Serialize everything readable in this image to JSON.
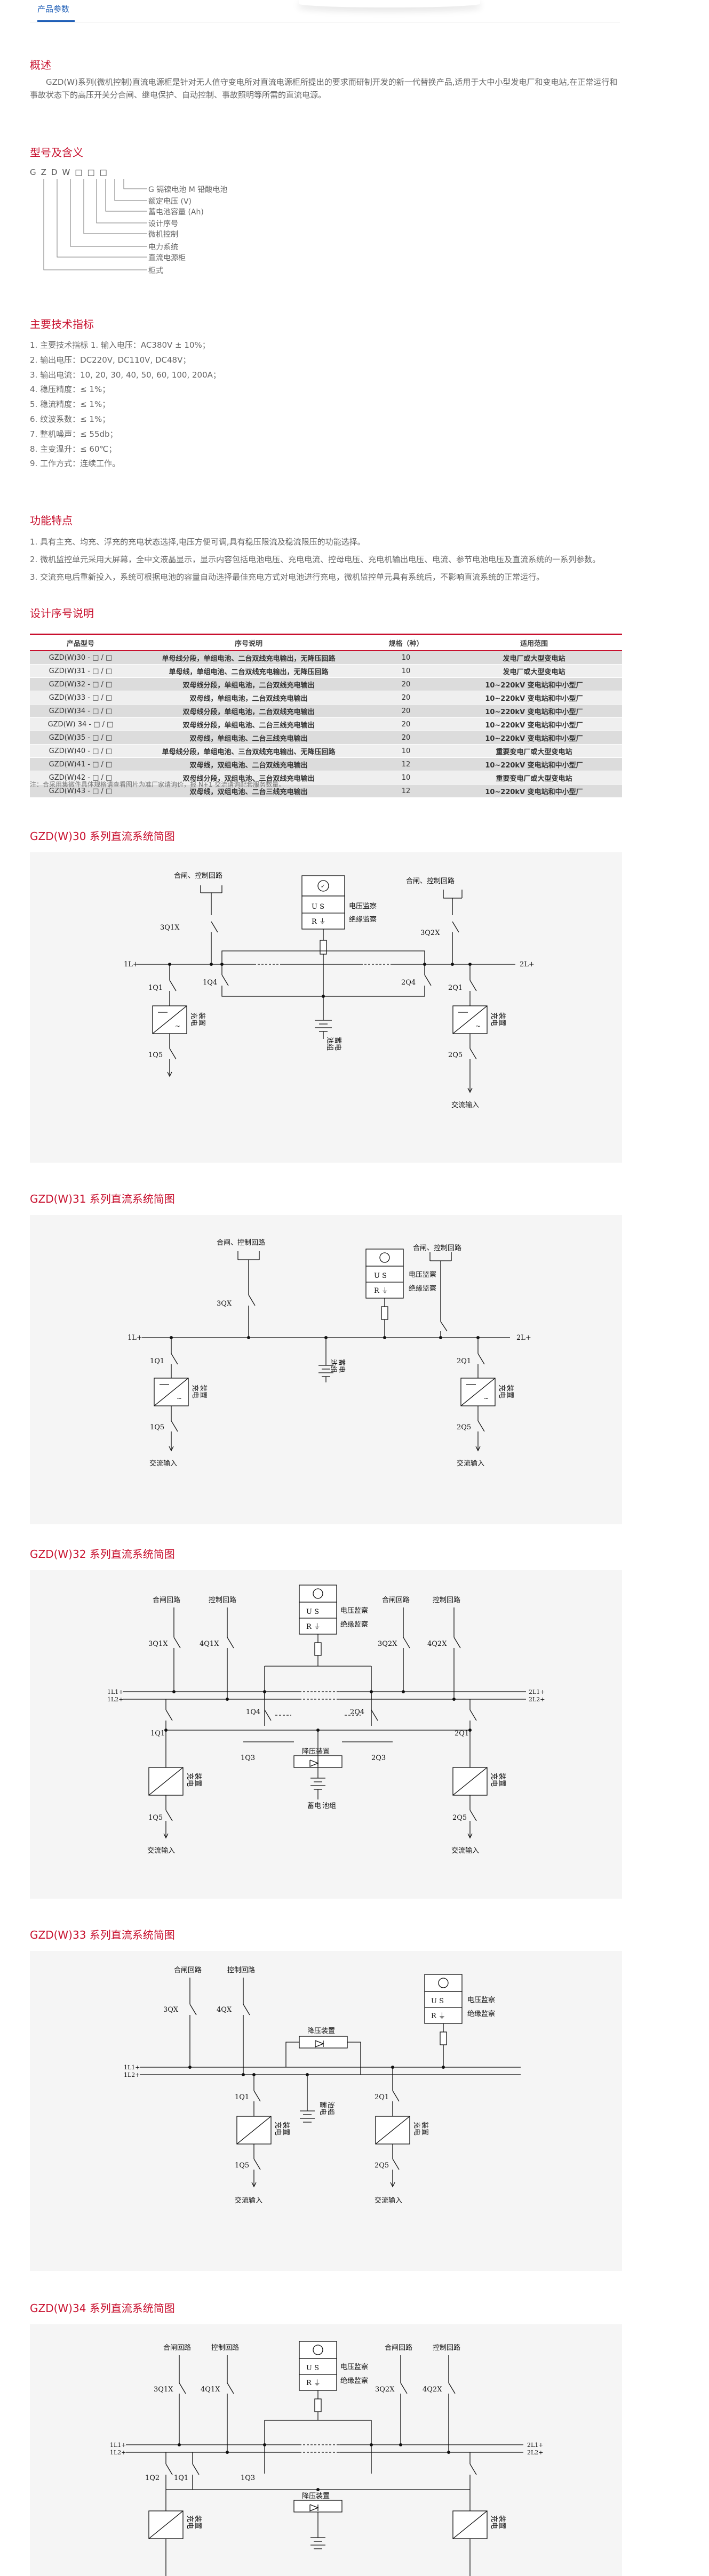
{
  "tab": {
    "label": "产品参数"
  },
  "overview": {
    "title": "概述",
    "text": "GZD(W)系列(微机控制)直流电源柜是针对无人值守变电所对直流电源柜所提出的要求而研制开发的新一代替换产品,适用于大中小型发电厂和变电站,在正常运行和事故状态下的高压开关分合闸、继电保护、自动控制、事故照明等所需的直流电源。"
  },
  "model": {
    "title": "型号及含义",
    "code": "GZDW□□□",
    "labels": [
      "G 镉镍电池 M 铅酸电池",
      "额定电压 (V)",
      "蓄电池容量 (Ah)",
      "设计序号",
      "微机控制",
      "电力系统",
      "直流电源柜",
      "柜式"
    ]
  },
  "tech": {
    "title": "主要技术指标",
    "items": [
      "1. 主要技术指标 1. 输入电压：AC380V ± 10%；",
      "2. 输出电压：DC220V, DC110V, DC48V；",
      "3. 输出电流：10, 20, 30, 40, 50, 60, 100, 200A；",
      "4. 稳压精度：≤ 1%；",
      "5. 稳流精度：≤ 1%；",
      "6. 纹波系数：≤ 1%；",
      "7. 整机噪声：≤ 55db；",
      "8. 主变温升：≤ 60℃；",
      "9. 工作方式：连续工作。"
    ]
  },
  "features": {
    "title": "功能特点",
    "items": [
      "1. 具有主充、均充、浮充的充电状态选择,电压方便可调,具有稳压限流及稳流限压的功能选择。",
      "2. 微机监控单元采用大屏幕，全中文液晶显示，显示内容包括电池电压、充电电流、控母电压、充电机输出电压、电流、参节电池电压及直流系统的一系列参数。",
      "3. 交流充电后重新投入，系统可根据电池的容量自动选择最佳充电方式对电池进行充电，微机监控单元具有系统后，不影响直流系统的正常运行。"
    ]
  },
  "design": {
    "title": "设计序号说明",
    "headers": [
      "产品型号",
      "序号说明",
      "规格（种）",
      "适用范围"
    ],
    "rows": [
      [
        "GZD(W)30 - □ / □",
        "单母线分段，单组电池、二台双线充电输出，无降压回路",
        "10",
        "发电厂或大型变电站"
      ],
      [
        "GZD(W)31 - □ / □",
        "单母线，单组电池、二台双线充电输出，无降压回路",
        "10",
        "发电厂或大型变电站"
      ],
      [
        "GZD(W)32 - □ / □",
        "双母线分段，单组电池，二台双线充电输出",
        "20",
        "10~220kV 变电站和中小型厂"
      ],
      [
        "GZD(W)33 - □ / □",
        "双母线，单组电池，二台双线充电输出",
        "20",
        "10~220kV 变电站和中小型厂"
      ],
      [
        "GZD(W)34 - □ / □",
        "双母线分段，单组电池，二台双线充电输出",
        "20",
        "10~220kV 变电站和中小型厂"
      ],
      [
        "GZD(W) 34 - □ / □",
        "双母线分段，单组电池、二台三线充电输出",
        "20",
        "10~220kV 变电站和中小型厂"
      ],
      [
        "GZD(W)35 - □ / □",
        "双母线，单组电池、二台三线充电输出",
        "20",
        "10~220kV 变电站和中小型厂"
      ],
      [
        "GZD(W)40 - □ / □",
        "单母线分段，单组电池、三台双线充电输出、无降压回路",
        "10",
        "重要变电厂或大型变电站"
      ],
      [
        "GZD(W)41 - □ / □",
        "双母线，双组电池、二台双线充电输出",
        "12",
        "10~220kV 变电站和中小型厂"
      ],
      [
        "GZD(W)42 - □ / □",
        "双母线分段，双组电池、三台双线充电输出",
        "10",
        "重要变电厂或大型变电站"
      ],
      [
        "GZD(W)43 - □ / □",
        "双母线，双组电池、二台三线充电输出",
        "12",
        "10~220kV 变电站和中小型厂"
      ]
    ],
    "note": "注：合采用集微件具体规格请查看图片为准厂家请询价，报 N+1 交流请询配套服务数量。"
  },
  "diagrams": [
    {
      "title": "GZD(W)30 系列直流系统简图"
    },
    {
      "title": "GZD(W)31 系列直流系统简图"
    },
    {
      "title": "GZD(W)32 系列直流系统简图"
    },
    {
      "title": "GZD(W)33 系列直流系统简图"
    },
    {
      "title": "GZD(W)34 系列直流系统简图"
    }
  ],
  "labels": {
    "hezha_kongzhi": "合闸、控制回路",
    "hezha": "合闸回路",
    "kongzhi": "控制回路",
    "dianya": "电压监察",
    "jueyuan": "绝缘监察",
    "chongdian1": "充电",
    "chongdian2": "装置",
    "xudian1": "蓄电",
    "xudian2": "池组",
    "jiaoliu": "交流输入",
    "jiangya": "降压装置",
    "us": "U S",
    "r": "R ⏚",
    "1L": "1L+",
    "2L": "2L+",
    "1L1": "1L1+",
    "1L2": "1L2+",
    "2L1": "2L1+",
    "2L2": "2L2+",
    "q1": "1Q1",
    "q5": "1Q5",
    "q21": "2Q1",
    "q25": "2Q5",
    "q3": "1Q3",
    "q23": "2Q3",
    "q1x": "3Q1X",
    "q2x": "3Q2X",
    "q4": "1Q4",
    "q24": "2Q4",
    "q3x": "3QX",
    "q4x": "4QX",
    "q41x": "4Q1X",
    "q42x": "4Q2X",
    "q2": "1Q2"
  }
}
